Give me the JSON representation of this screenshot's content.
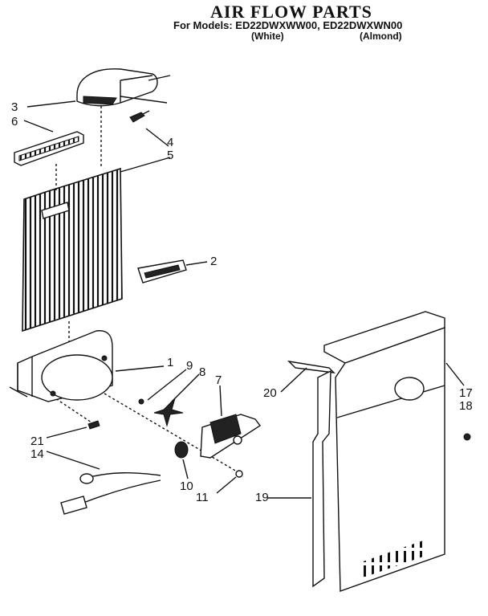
{
  "header": {
    "title": "AIR FLOW PARTS",
    "models_line": "For Models: ED22DWXWW00, ED22DWXWN00",
    "variant_white": "(White)",
    "variant_almond": "(Almond)"
  },
  "callouts": {
    "c1": "1",
    "c2": "2",
    "c3": "3",
    "c4": "4",
    "c5": "5",
    "c6": "6",
    "c7": "7",
    "c8": "8",
    "c9": "9",
    "c10": "10",
    "c11": "11",
    "c14": "14",
    "c17": "17",
    "c18": "18",
    "c19": "19",
    "c20": "20",
    "c21": "21"
  }
}
